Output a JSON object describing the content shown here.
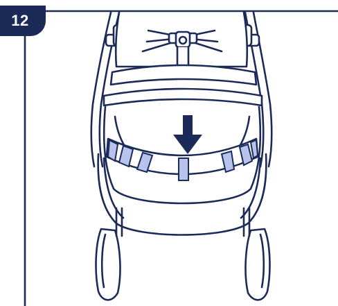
{
  "step": {
    "number": "12"
  },
  "colors": {
    "ink": "#1b2a57",
    "band_fill": "#b7c3ea",
    "background": "#ffffff"
  },
  "illustration": {
    "subject": "stroller-front-view",
    "arrow_direction": "down",
    "icons": [
      "down-arrow-icon"
    ]
  }
}
